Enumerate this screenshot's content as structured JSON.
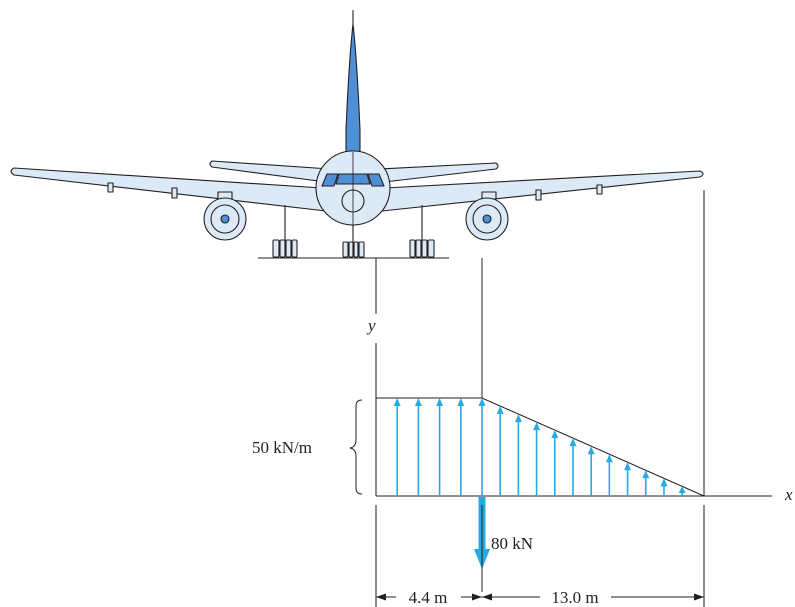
{
  "colors": {
    "ink": "#231f20",
    "load_arrow": "#29a9e1",
    "fuselage_fill": "#dce9f7",
    "tail_fill": "#4f8fd6",
    "reaction_arrow": "#29a9e1"
  },
  "figure": {
    "subject": "aircraft front view with wing load diagram",
    "icons": [
      "airplane-icon"
    ]
  },
  "diagram": {
    "axis_y": "y",
    "axis_x": "x",
    "load_label": "50 kN/m",
    "force_label": "80 kN",
    "dim_left": "4.4 m",
    "dim_right": "13.0 m"
  },
  "loading": {
    "intensity_kN_per_m": 50,
    "uniform_length_m": 4.4,
    "triangular_length_m": 13.0,
    "point_force_kN": 80,
    "point_force_direction": "down",
    "uniform_arrow_count": 5,
    "triangular_arrow_count": 11
  }
}
